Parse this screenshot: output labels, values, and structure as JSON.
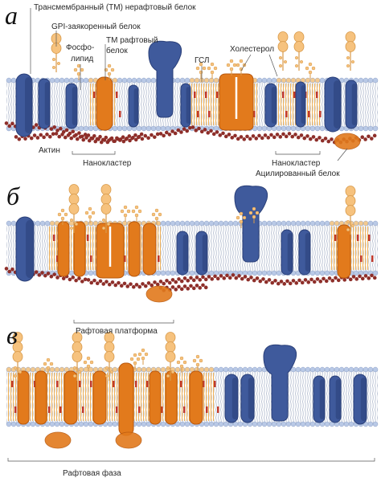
{
  "panels": {
    "a": "а",
    "b": "б",
    "c": "в"
  },
  "labels": {
    "tm_nonraft": "Трансмембранный (ТМ) нерафтовый белок",
    "gpi": "GPI-заякоренный белок",
    "phospho_1": "Фосфо-",
    "phospho_2": "липид",
    "tm_raft_1": "ТМ рафтовый",
    "tm_raft_2": "белок",
    "gsl": "ГСЛ",
    "chol": "Холестерол",
    "actin": "Актин",
    "nanocluster_a": "Нанокластер",
    "nanocluster_b": "Нанокластер",
    "acylated": "Ацилированный белок",
    "raft_platform": "Рафтовая платформа",
    "raft_phase": "Рафтовая фаза"
  },
  "colors": {
    "lipid_head": "#b9c9e6",
    "lipid_head_stroke": "#7f93bd",
    "raft_lipid": "#f3c98e",
    "blue_protein": "#3f5a9c",
    "blue_dark": "#2a3f78",
    "orange_protein": "#e27a1c",
    "gpi_ball": "#f6c27e",
    "actin": "#8e2f2a",
    "chol_red": "#c0392b"
  }
}
